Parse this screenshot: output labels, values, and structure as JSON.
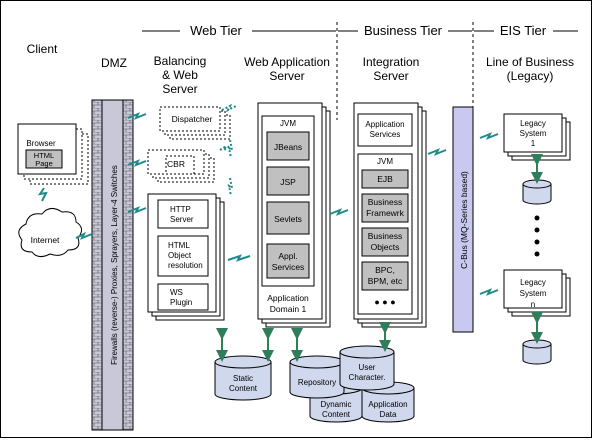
{
  "tiers": {
    "web": "Web Tier",
    "business": "Business Tier",
    "eis": "EIS Tier"
  },
  "columns": {
    "client": "Client",
    "dmz": "DMZ",
    "balancing": [
      "Balancing",
      "& Web",
      "Server"
    ],
    "webapp": [
      "Web Application",
      "Server"
    ],
    "integration": [
      "Integration",
      "Server"
    ],
    "lob": [
      "Line of Business",
      "(Legacy)"
    ]
  },
  "client": {
    "browser": "Browser",
    "html_page": [
      "HTML",
      "Page"
    ],
    "internet": "Internet"
  },
  "firewall": "Firewalls (reverse-) Proxies, Sprayers, Layer-4 Switches",
  "balancing": {
    "dispatcher": "Dispatcher",
    "cbr": "CBR",
    "http_server": [
      "HTTP",
      "Server"
    ],
    "html_object": [
      "HTML",
      "Object",
      "resolution"
    ],
    "ws_plugin": [
      "WS",
      "Plugin"
    ]
  },
  "webapp": {
    "jvm": "JVM",
    "components": [
      "JBeans",
      "JSP",
      "Sevlets",
      [
        "Appl.",
        "Services"
      ]
    ],
    "domain": [
      "Application",
      "Domain 1"
    ]
  },
  "integration": {
    "app_services": [
      "Application",
      "Services"
    ],
    "jvm": "JVM",
    "components": [
      "EJB",
      [
        "Business",
        "Framewrk"
      ],
      [
        "Business",
        "Objects"
      ],
      [
        "BPC,",
        "BPM, etc"
      ]
    ],
    "more": "● ● ●"
  },
  "cbus": "C-Bus (MQ-Series based)",
  "legacy": {
    "system1": [
      "Legacy",
      "System",
      "1"
    ],
    "systemn": [
      "Legacy",
      "System",
      "n"
    ],
    "ellipsis": "●\n●\n●\n●"
  },
  "databases": {
    "static": [
      "Static",
      "Content"
    ],
    "repository": "Repository",
    "user": [
      "User",
      "Character."
    ],
    "dynamic": [
      "Dynamic",
      "Content"
    ],
    "appdata": [
      "Application",
      "Data"
    ]
  },
  "colors": {
    "firewall_fill": "#c8c8d8",
    "cbus_fill": "#c8c8f0",
    "component_fill": "#c0c0c0",
    "db_fill": "#cfd8ec",
    "arrow_green": "#2e7d5b",
    "lightning_teal": "#1f8a8a"
  }
}
